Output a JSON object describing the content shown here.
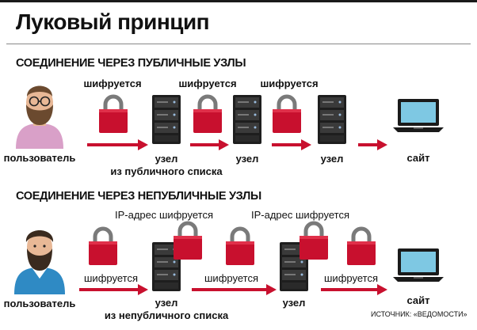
{
  "title": "Луковый принцип",
  "public": {
    "heading": "СОЕДИНЕНИЕ ЧЕРЕЗ ПУБЛИЧНЫЕ УЗЛЫ",
    "encrypts": [
      "шифруется",
      "шифруется",
      "шифруется"
    ],
    "user_label": "пользователь",
    "node1_label": "узел",
    "node1_sublabel": "из публичного списка",
    "node2_label": "узел",
    "node3_label": "узел",
    "site_label": "сайт"
  },
  "private": {
    "heading": "СОЕДИНЕНИЕ ЧЕРЕЗ НЕПУБЛИЧНЫЕ УЗЛЫ",
    "ip_encrypts": [
      "IP-адрес шифруется",
      "IP-адрес шифруется"
    ],
    "encrypts": [
      "шифруется",
      "шифруется",
      "шифруется"
    ],
    "user_label": "пользователь",
    "node1_label": "узел",
    "node1_sublabel": "из непубличного списка",
    "node2_label": "узел",
    "site_label": "сайт"
  },
  "source": "ИСТОЧНИК: «ВЕДОМОСТИ»",
  "colors": {
    "lock_body": "#c8102e",
    "lock_shackle": "#7a7a7a",
    "arrow": "#c8102e",
    "server": "#1e1e1e",
    "shirt_public": "#d9a0c8",
    "shirt_private": "#2f8ac4",
    "laptop_screen": "#7ec8e3"
  }
}
